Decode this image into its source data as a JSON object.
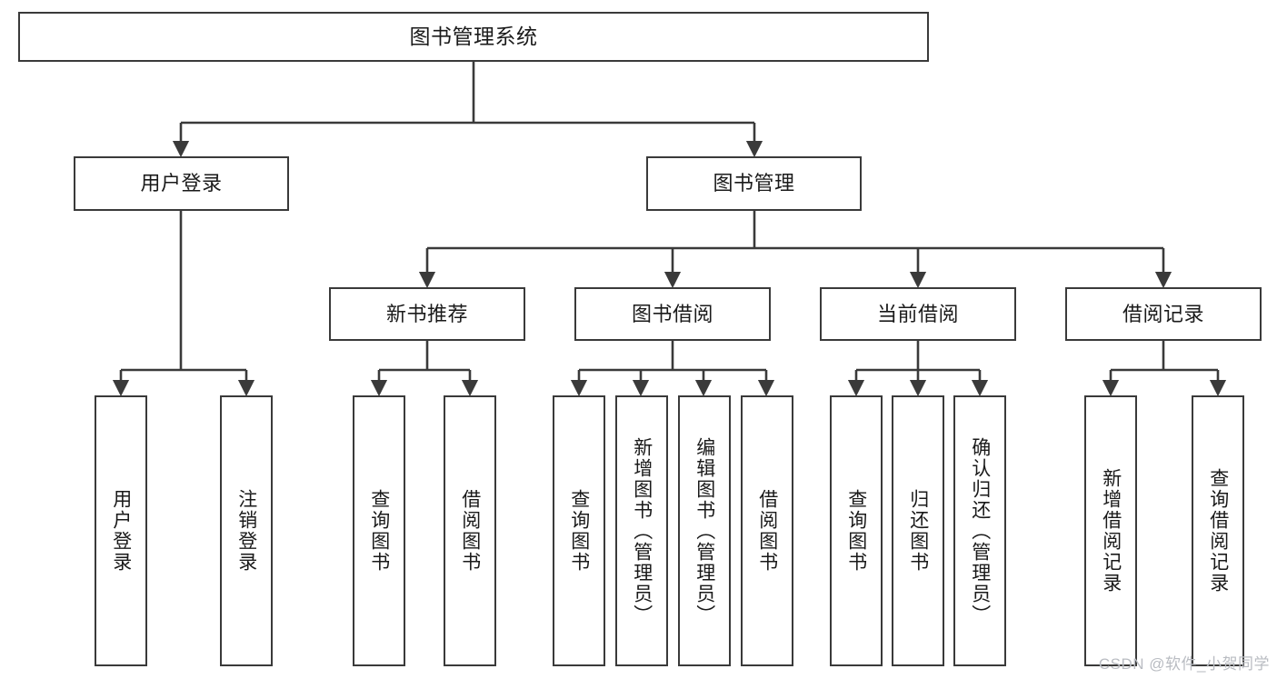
{
  "diagram": {
    "title": "图书管理系统",
    "type": "tree-hierarchy-chart",
    "orientation": "top-down",
    "line_color": "#3a3a3a",
    "box_fill": "#ffffff",
    "text_color": "#1a1a1a"
  },
  "nodes": {
    "root": {
      "label": "图书管理系统"
    },
    "level2": [
      {
        "label": "用户登录"
      },
      {
        "label": "图书管理"
      }
    ],
    "level3": [
      {
        "label": "新书推荐"
      },
      {
        "label": "图书借阅"
      },
      {
        "label": "当前借阅"
      },
      {
        "label": "借阅记录"
      }
    ],
    "leaves": [
      {
        "label": "用户登录"
      },
      {
        "label": "注销登录"
      },
      {
        "label": "查询图书"
      },
      {
        "label": "借阅图书"
      },
      {
        "label": "查询图书"
      },
      {
        "label": "新增图书（管理员）"
      },
      {
        "label": "编辑图书（管理员）"
      },
      {
        "label": "借阅图书"
      },
      {
        "label": "查询图书"
      },
      {
        "label": "归还图书"
      },
      {
        "label": "确认归还（管理员）"
      },
      {
        "label": "新增借阅记录"
      },
      {
        "label": "查询借阅记录"
      }
    ]
  },
  "watermark": {
    "text": "CSDN @软件_小贺同学",
    "color": "#b9bcc2"
  }
}
